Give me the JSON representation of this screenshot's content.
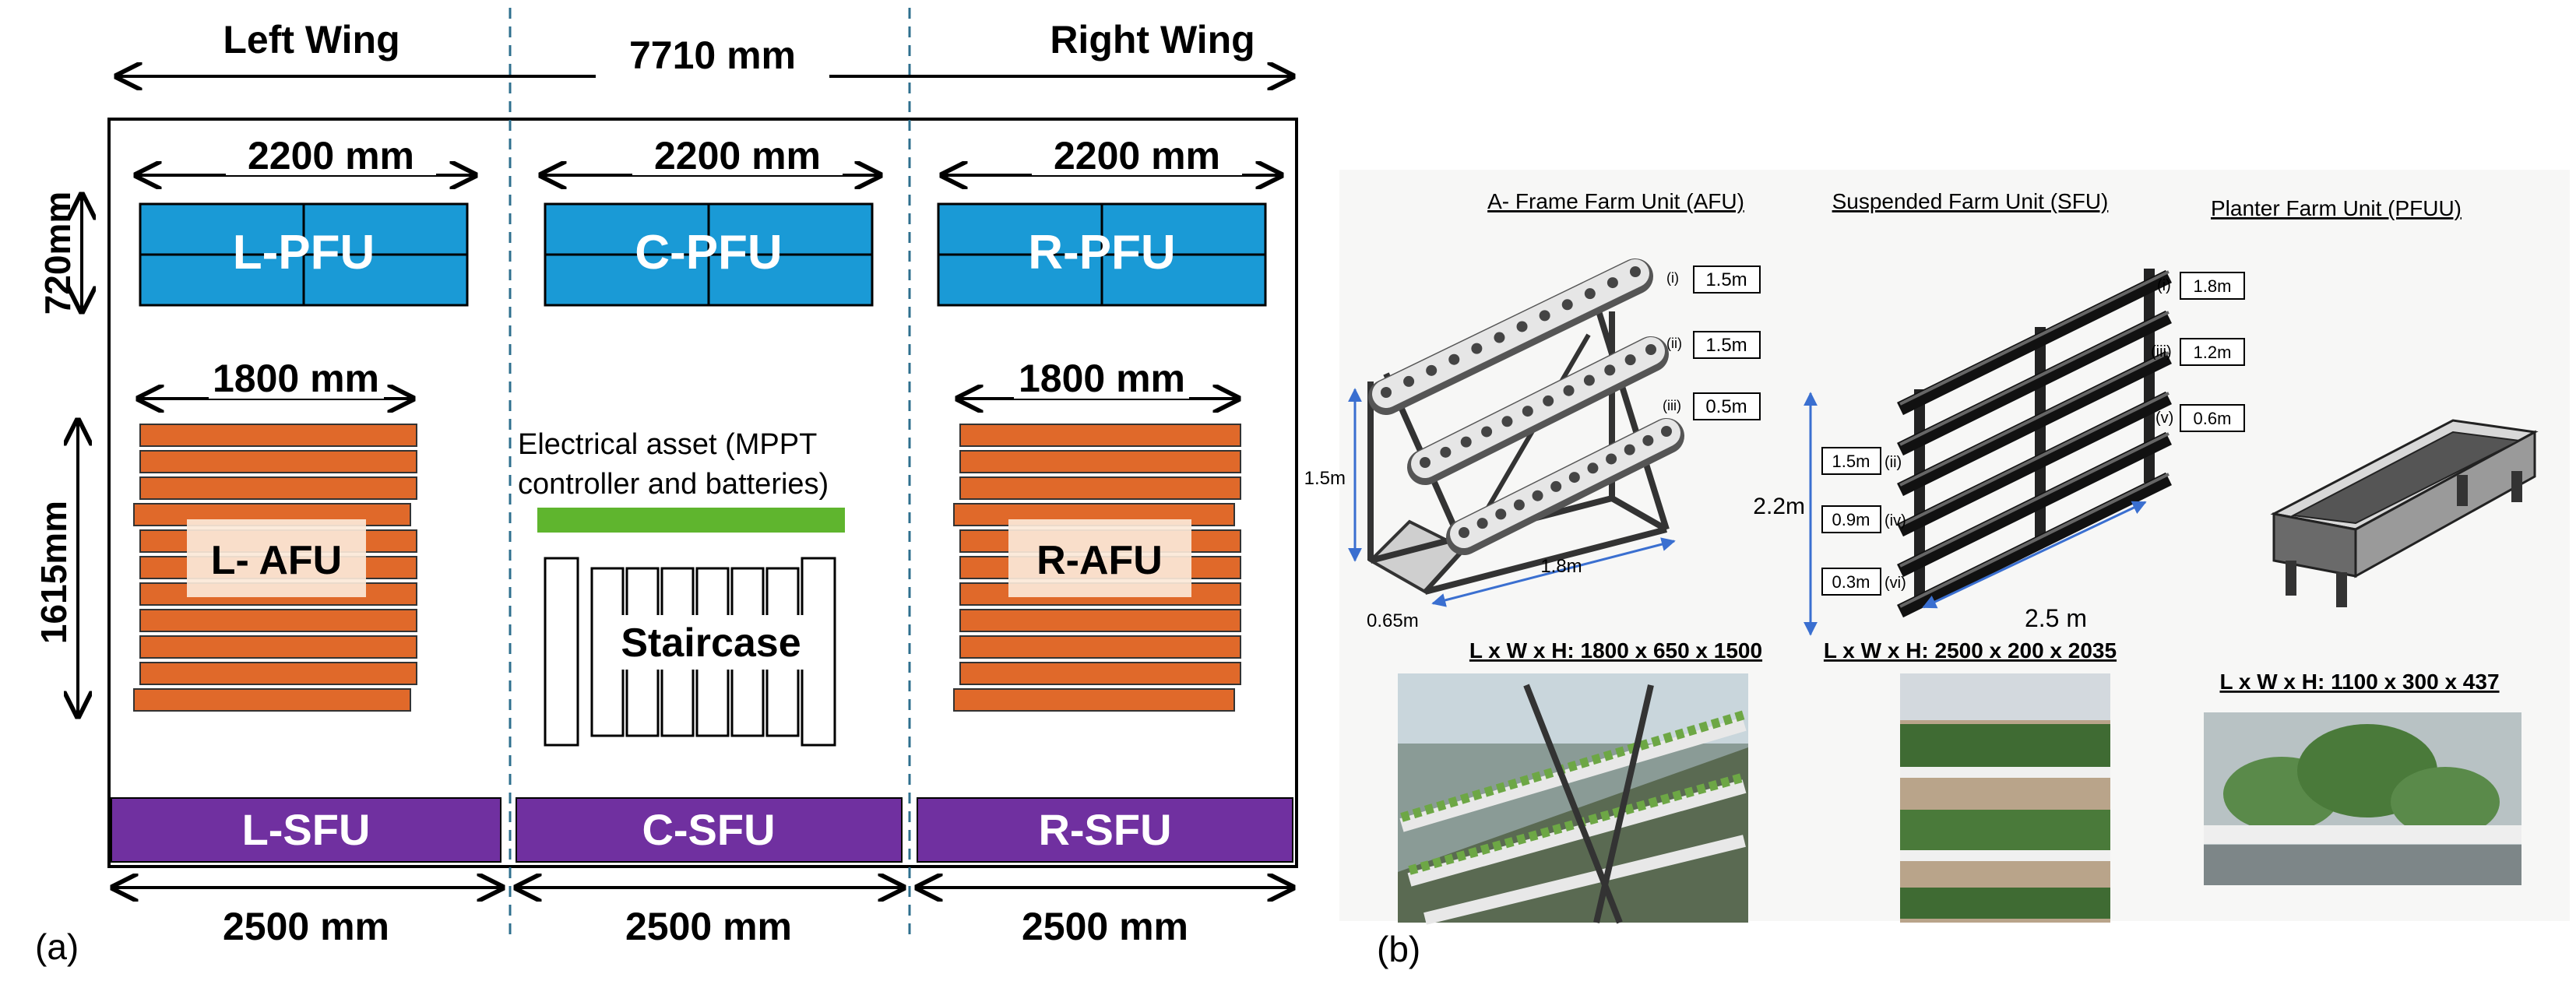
{
  "panel_a": {
    "header": {
      "left": "Left Wing",
      "right": "Right Wing"
    },
    "total_width": "7710 mm",
    "pfu_width": "2200 mm",
    "pfu_height": "720mm",
    "afu_width": "1800 mm",
    "afu_height": "1615mm",
    "pfu_labels": [
      "L-PFU",
      "C-PFU",
      "R-PFU"
    ],
    "afu_labels": [
      "L- AFU",
      "R-AFU"
    ],
    "electrical_line1": "Electrical asset (MPPT",
    "electrical_line2": "controller and batteries)",
    "staircase": "Staircase",
    "sfu_labels": [
      "L-SFU",
      "C-SFU",
      "R-SFU"
    ],
    "bottom_width": "2500 mm",
    "caption": "(a)",
    "colors": {
      "pfu": "#1a9ad6",
      "afu": "#e0692a",
      "sfu": "#7030a0",
      "electrical": "#5fb52e",
      "divider": "#2e6f8e"
    }
  },
  "panel_b": {
    "caption": "(b)",
    "units": [
      {
        "title": "A- Frame Farm Unit (AFU)",
        "dims": "L x W x H: 1800 x 650 x 1500",
        "levels": [
          {
            "num": "(i)",
            "val": "1.5m"
          },
          {
            "num": "(ii)",
            "val": "1.5m"
          },
          {
            "num": "(iii)",
            "val": "0.5m"
          }
        ],
        "height": "1.5m",
        "length": "1.8m",
        "depth": "0.65m"
      },
      {
        "title": "Suspended Farm Unit (SFU)",
        "dims": "L x W x H: 2500 x 200 x 2035",
        "right_levels": [
          {
            "num": "(i)",
            "val": "1.8m"
          },
          {
            "num": "(iii)",
            "val": "1.2m"
          },
          {
            "num": "(v)",
            "val": "0.6m"
          }
        ],
        "left_levels": [
          {
            "num": "(ii)",
            "val": "1.5m"
          },
          {
            "num": "(iv)",
            "val": "0.9m"
          },
          {
            "num": "(vi)",
            "val": "0.3m"
          }
        ],
        "height": "2.2m",
        "length": "2.5 m"
      },
      {
        "title": "Planter Farm Unit (PFUU)",
        "dims": "L x W x H: 1100 x 300 x 437"
      }
    ]
  }
}
